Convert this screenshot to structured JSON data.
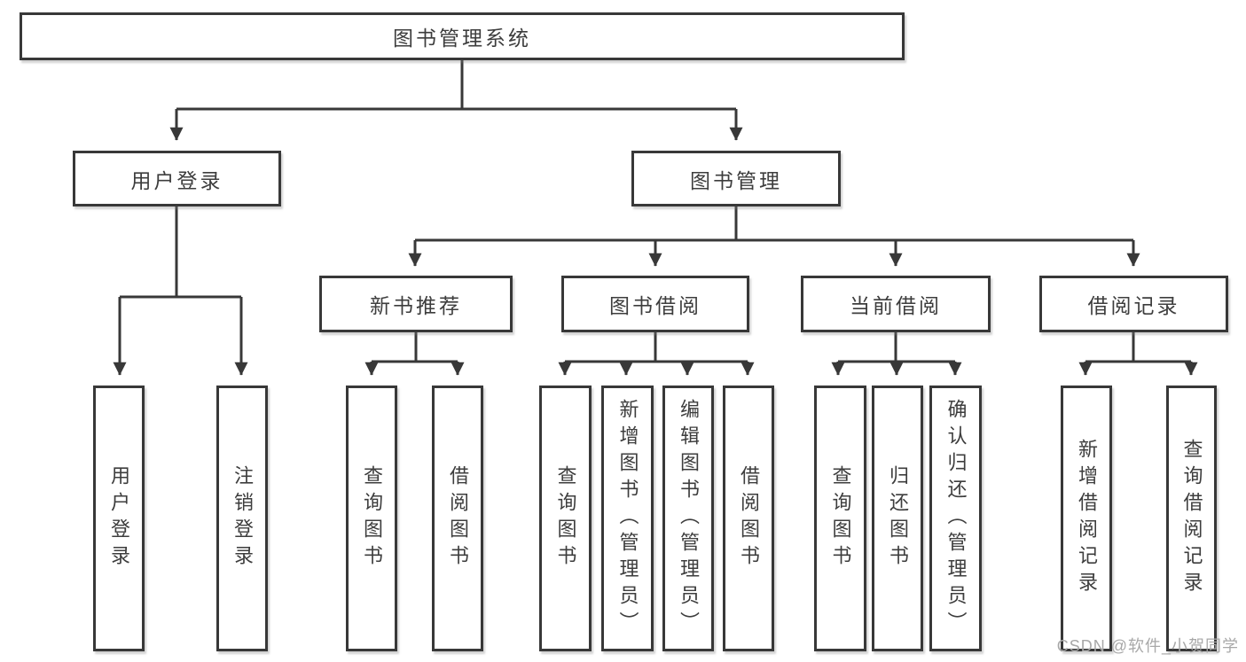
{
  "nodes": {
    "root": "图书管理系统",
    "level2": {
      "user_login": "用户登录",
      "book_mgmt": "图书管理"
    },
    "level3": {
      "new_book": "新书推荐",
      "borrow": "图书借阅",
      "current": "当前借阅",
      "record": "借阅记录"
    },
    "leaves": {
      "user_login_1": "用户登录",
      "user_login_2": "注销登录",
      "new_book_1": "查询图书",
      "new_book_2": "借阅图书",
      "borrow_1": "查询图书",
      "borrow_2": "新增图书（管理员）",
      "borrow_3": "编辑图书（管理员）",
      "borrow_4": "借阅图书",
      "current_1": "查询图书",
      "current_2": "归还图书",
      "current_3": "确认归还（管理员）",
      "record_1": "新增借阅记录",
      "record_2": "查询借阅记录"
    }
  },
  "watermark": "CSDN @软件_小贺同学",
  "colors": {
    "line": "#383838",
    "text": "#3d3d3d",
    "box_background": "#ffffff",
    "watermark": "#a8a8a8",
    "page_background": "#ffffff"
  }
}
